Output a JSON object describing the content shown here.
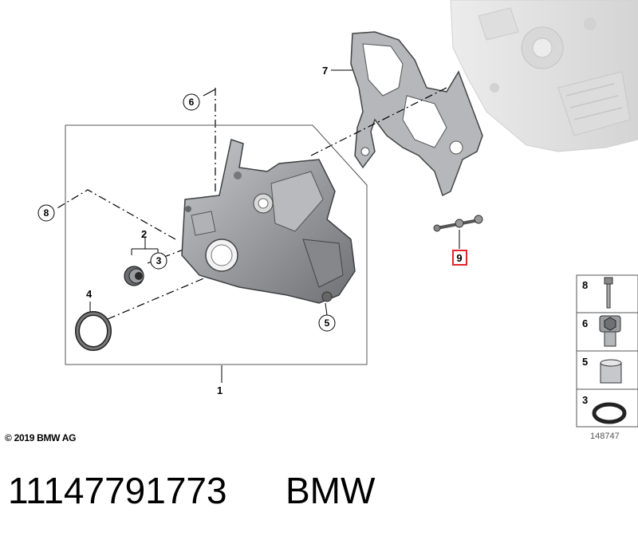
{
  "diagram": {
    "callouts": {
      "c1": "1",
      "c2": "2",
      "c3": "3",
      "c4": "4",
      "c5": "5",
      "c6": "6",
      "c7": "7",
      "c8": "8",
      "c9": "9"
    },
    "legend": {
      "row1": "8",
      "row2": "6",
      "row3": "5",
      "row4": "3"
    },
    "copyright": "© 2019 BMW AG",
    "reference_number": "148747"
  },
  "caption": {
    "part_number": "11147791773",
    "brand": "BMW"
  },
  "colors": {
    "highlight": "#e0262b",
    "metal": "#9a9ca0",
    "metal_dark": "#6e7074",
    "engine": "#e4e4e4"
  }
}
